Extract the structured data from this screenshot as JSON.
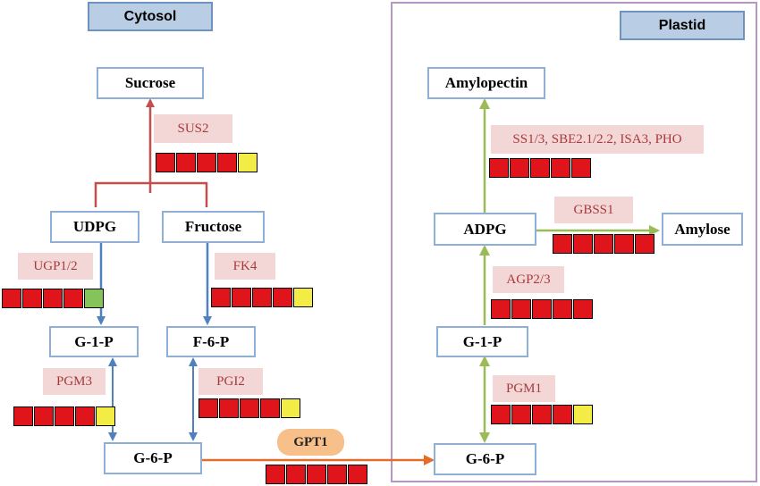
{
  "compartments": {
    "cytosol": "Cytosol",
    "plastid": "Plastid"
  },
  "metabolites": {
    "sucrose": "Sucrose",
    "udpg": "UDPG",
    "fructose": "Fructose",
    "g1p_cyt": "G-1-P",
    "f6p": "F-6-P",
    "g6p_cyt": "G-6-P",
    "g6p_pla": "G-6-P",
    "g1p_pla": "G-1-P",
    "adpg": "ADPG",
    "amylopectin": "Amylopectin",
    "amylose": "Amylose"
  },
  "enzymes": {
    "sus2": "SUS2",
    "ugp": "UGP1/2",
    "fk4": "FK4",
    "pgm3": "PGM3",
    "pgi2": "PGI2",
    "gpt1": "GPT1",
    "pgm1": "PGM1",
    "agp": "AGP2/3",
    "gbss1": "GBSS1",
    "ss": "SS1/3, SBE2.1/2.2, ISA3, PHO"
  },
  "colors": {
    "red": "#e0141b",
    "yellow": "#f3ec45",
    "green": "#84c45a",
    "arrow_red": "#c0504d",
    "arrow_blue": "#4f81bd",
    "arrow_green": "#9bbb59",
    "arrow_orange": "#e46c2a"
  },
  "heatmaps": {
    "sus2": [
      "red",
      "red",
      "red",
      "red",
      "yellow"
    ],
    "ugp": [
      "red",
      "red",
      "red",
      "red",
      "green"
    ],
    "fk4": [
      "red",
      "red",
      "red",
      "red",
      "yellow"
    ],
    "pgm3": [
      "red",
      "red",
      "red",
      "red",
      "yellow"
    ],
    "pgi2": [
      "red",
      "red",
      "red",
      "red",
      "yellow"
    ],
    "gpt1": [
      "red",
      "red",
      "red",
      "red",
      "red"
    ],
    "pgm1": [
      "red",
      "red",
      "red",
      "red",
      "yellow"
    ],
    "agp": [
      "red",
      "red",
      "red",
      "red",
      "red"
    ],
    "gbss1": [
      "red",
      "red",
      "red",
      "red",
      "red"
    ],
    "ss": [
      "red",
      "red",
      "red",
      "red",
      "red"
    ]
  }
}
